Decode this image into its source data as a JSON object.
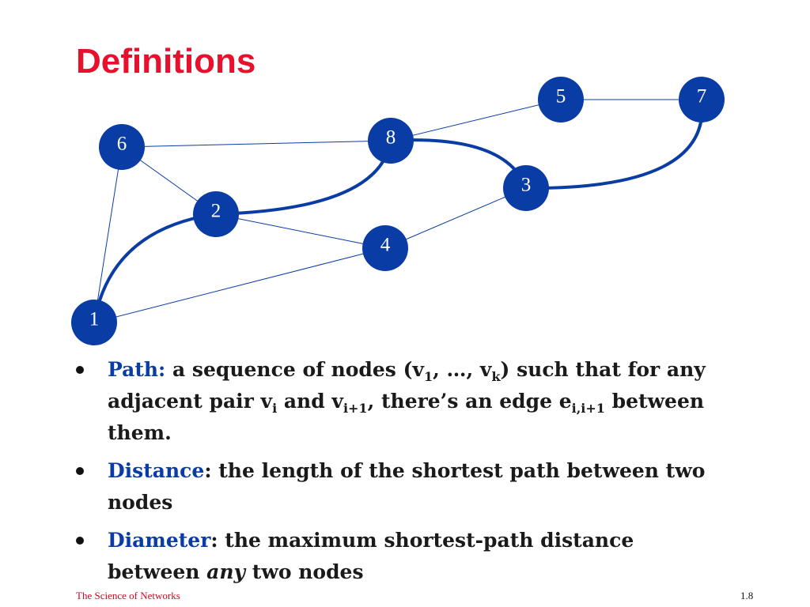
{
  "slide": {
    "title": "Definitions",
    "footer_left": "The Science of Networks",
    "footer_right": "1.8"
  },
  "graph": {
    "node_color": "#0a3ca6",
    "edge_color": "#0a3ca6",
    "nodes": [
      {
        "id": "1",
        "label": "1"
      },
      {
        "id": "2",
        "label": "2"
      },
      {
        "id": "3",
        "label": "3"
      },
      {
        "id": "4",
        "label": "4"
      },
      {
        "id": "5",
        "label": "5"
      },
      {
        "id": "6",
        "label": "6"
      },
      {
        "id": "7",
        "label": "7"
      },
      {
        "id": "8",
        "label": "8"
      }
    ],
    "edges": [
      {
        "from": "6",
        "to": "8",
        "highlighted": false
      },
      {
        "from": "6",
        "to": "2",
        "highlighted": false
      },
      {
        "from": "6",
        "to": "1",
        "highlighted": false
      },
      {
        "from": "8",
        "to": "5",
        "highlighted": false
      },
      {
        "from": "5",
        "to": "7",
        "highlighted": false
      },
      {
        "from": "2",
        "to": "4",
        "highlighted": false
      },
      {
        "from": "1",
        "to": "4",
        "highlighted": false
      },
      {
        "from": "4",
        "to": "3",
        "highlighted": false
      },
      {
        "from": "1",
        "to": "2",
        "highlighted": true
      },
      {
        "from": "2",
        "to": "8",
        "highlighted": true
      },
      {
        "from": "8",
        "to": "3",
        "highlighted": true
      },
      {
        "from": "3",
        "to": "7",
        "highlighted": true
      }
    ]
  },
  "bullets": {
    "path": {
      "term": "Path:",
      "t1": " a sequence of nodes (v",
      "s1": "1",
      "t2": ", …, v",
      "s2": "k",
      "t3": ") such that for any adjacent pair v",
      "s3": "i",
      "t4": " and v",
      "s4": "i+1",
      "t5": ", there’s an edge e",
      "s5": "i,i+1",
      "t6": " between them."
    },
    "distance": {
      "term": "Distance",
      "text": ": the length of the shortest path between two nodes"
    },
    "diameter": {
      "term": "Diameter",
      "text": ": the maximum shortest-path distance between ",
      "emph": "any",
      "text2": " two nodes"
    }
  }
}
